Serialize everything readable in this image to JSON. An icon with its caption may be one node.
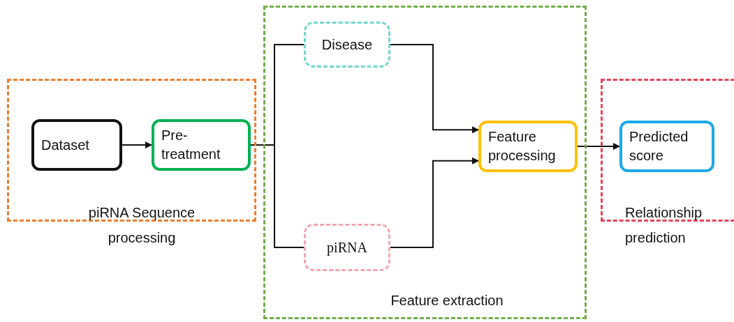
{
  "diagram": {
    "nodes": [
      {
        "text": [
          "piRNA Sequence processing"
        ]
      },
      {
        "text": [
          "Dataset"
        ],
        "in": 0
      },
      {
        "text": [
          "Pre-treatment"
        ],
        "in": 0
      },
      {
        "text": [
          "Feature extraction"
        ]
      },
      {
        "text": [
          "Disease"
        ],
        "in": 3
      },
      {
        "text": [
          "piRNA"
        ],
        "in": 3
      },
      {
        "text": [
          "Feature processing"
        ],
        "in": 3
      },
      {
        "text": [
          "Relationship prediction"
        ]
      },
      {
        "text": [
          "Predicted score"
        ],
        "in": 7
      }
    ],
    "edges": [
      {
        "from": 1,
        "to": 2,
        "arrow": "to"
      },
      {
        "from": 2,
        "to": 4,
        "arrow": "none"
      },
      {
        "from": 2,
        "to": 5,
        "arrow": "none"
      },
      {
        "from": 4,
        "to": 6,
        "arrow": "to"
      },
      {
        "from": 5,
        "to": 6,
        "arrow": "to"
      },
      {
        "from": 6,
        "to": 8,
        "arrow": "to"
      }
    ]
  }
}
